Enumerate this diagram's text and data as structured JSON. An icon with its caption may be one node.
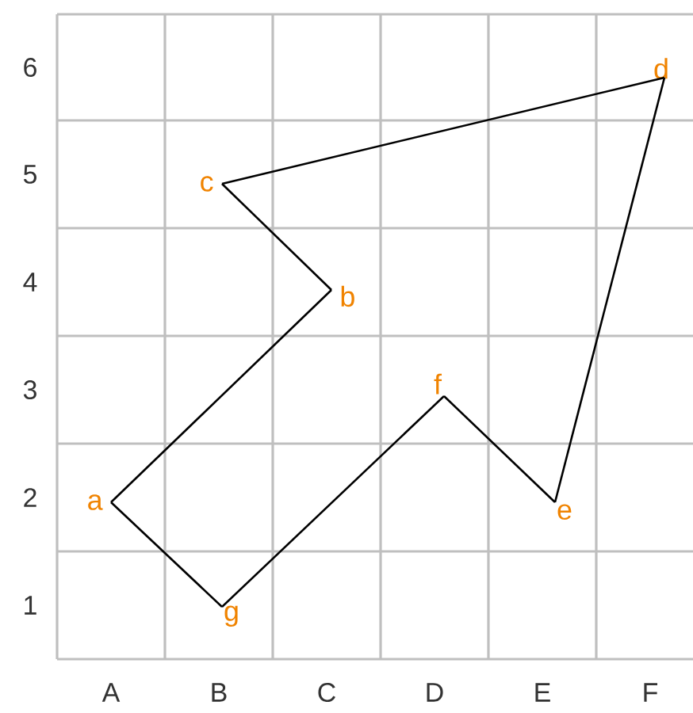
{
  "diagram": {
    "nodes": [
      {
        "text": [
          "a"
        ]
      },
      {
        "text": [
          "b"
        ]
      },
      {
        "text": [
          "c"
        ]
      },
      {
        "text": [
          "d"
        ]
      },
      {
        "text": [
          "e"
        ]
      },
      {
        "text": [
          "f"
        ]
      },
      {
        "text": [
          "g"
        ]
      }
    ],
    "edges": [
      {
        "from": 0,
        "to": 1,
        "arrow": "none"
      },
      {
        "from": 1,
        "to": 2,
        "arrow": "none"
      },
      {
        "from": 2,
        "to": 3,
        "arrow": "none"
      },
      {
        "from": 3,
        "to": 4,
        "arrow": "none"
      },
      {
        "from": 4,
        "to": 5,
        "arrow": "none"
      },
      {
        "from": 5,
        "to": 6,
        "arrow": "none"
      },
      {
        "from": 6,
        "to": 0,
        "arrow": "none"
      }
    ],
    "labels": [
      "6",
      "5",
      "4",
      "3",
      "2",
      "1",
      "A",
      "B",
      "C",
      "D",
      "E",
      "F"
    ]
  }
}
